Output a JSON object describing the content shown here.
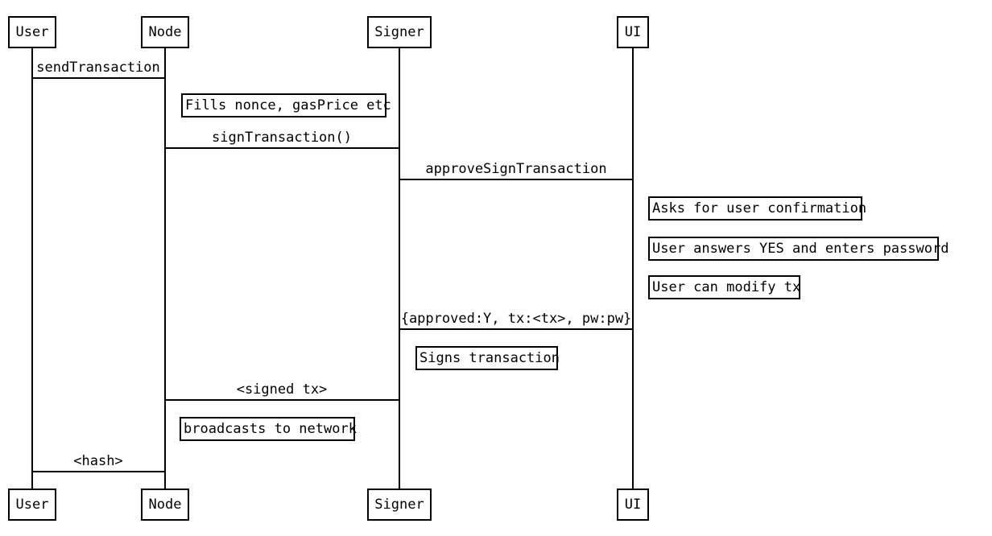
{
  "diagram": {
    "type": "sequence-diagram",
    "colors": {
      "stroke": "#000000",
      "background": "#ffffff",
      "text": "#000000"
    },
    "actors": [
      {
        "id": "user",
        "label": "User"
      },
      {
        "id": "node",
        "label": "Node"
      },
      {
        "id": "signer",
        "label": "Signer"
      },
      {
        "id": "ui",
        "label": "UI"
      }
    ],
    "messages": [
      {
        "from": "User",
        "to": "Node",
        "label": "sendTransaction"
      },
      {
        "from": "Node",
        "to": "Signer",
        "label": "signTransaction()"
      },
      {
        "from": "Signer",
        "to": "UI",
        "label": "approveSignTransaction"
      },
      {
        "from": "UI",
        "to": "Signer",
        "label": "{approved:Y, tx:<tx>, pw:pw}"
      },
      {
        "from": "Signer",
        "to": "Node",
        "label": "<signed tx>"
      },
      {
        "from": "Node",
        "to": "User",
        "label": "<hash>"
      }
    ],
    "notes": [
      {
        "over": "Node",
        "label": "Fills nonce, gasPrice etc"
      },
      {
        "over": "UI",
        "label": "Asks for user confirmation"
      },
      {
        "over": "UI",
        "label": "User answers YES and enters password"
      },
      {
        "over": "UI",
        "label": "User can modify tx"
      },
      {
        "over": "Signer",
        "label": "Signs transaction"
      },
      {
        "over": "Node",
        "label": "broadcasts to network"
      }
    ]
  }
}
